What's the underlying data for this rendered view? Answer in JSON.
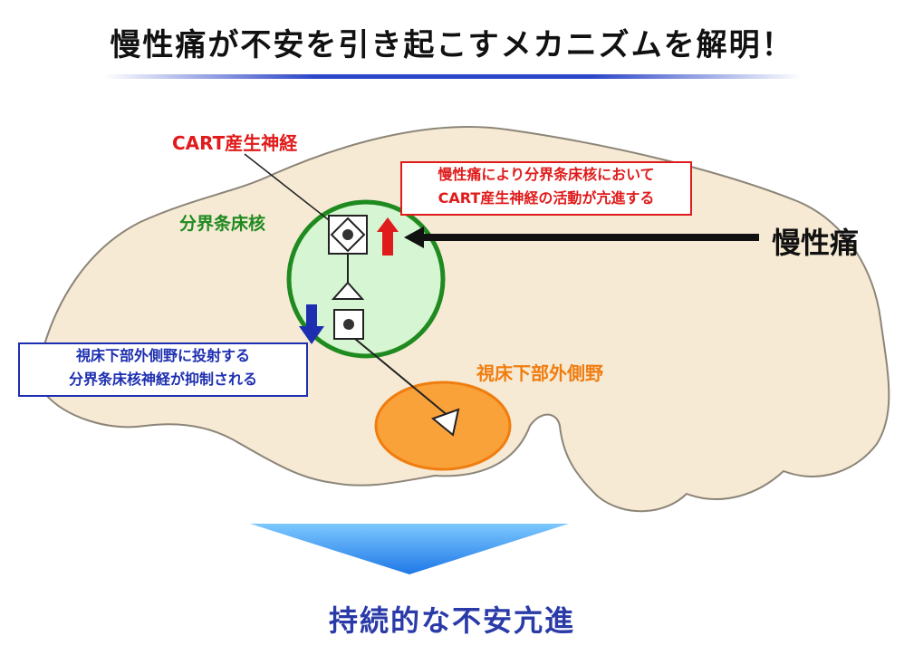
{
  "title": "慢性痛が不安を引き起こすメカニズムを解明！",
  "labels": {
    "cart_neuron": "CART産生神経",
    "bnst": "分界条床核",
    "lh": "視床下部外側野",
    "chronic_pain": "慢性痛"
  },
  "callouts": {
    "activation": {
      "line1": "慢性痛により分界条床核において",
      "line2": "CART産生神経の活動が亢進する"
    },
    "suppression": {
      "line1": "視床下部外側野に投射する",
      "line2": "分界条床核神経が抑制される"
    }
  },
  "result": "持続的な不安亢進",
  "colors": {
    "brain_fill": "#f6ead4",
    "brain_stroke": "#8c8578",
    "bnst_fill": "#d6f5d2",
    "bnst_stroke": "#1f8a1f",
    "lh_fill": "#f9a23a",
    "lh_stroke": "#f07d10",
    "red": "#e01b1b",
    "blue": "#1d2fb0",
    "orange_text": "#f07d10",
    "green_text": "#1f8a1f"
  }
}
